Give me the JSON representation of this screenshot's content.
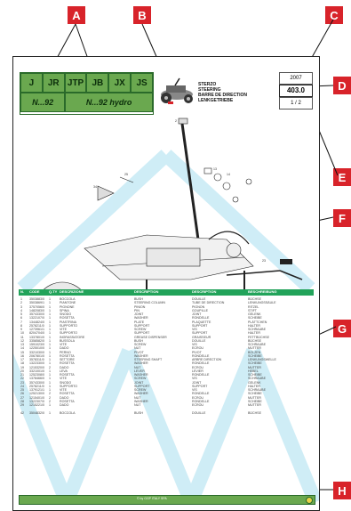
{
  "callouts": [
    "A",
    "B",
    "C",
    "D",
    "E",
    "F",
    "G",
    "H"
  ],
  "codes": {
    "row1": [
      "J",
      "JR",
      "JTP",
      "JB",
      "JX",
      "JS"
    ],
    "row2": [
      "N...92",
      "N...92 hydro"
    ]
  },
  "title": {
    "lines": [
      "STERZO",
      "STEERING",
      "BARRE DE DIRECTION",
      "LENKGETRIEBE"
    ]
  },
  "revision": {
    "year": "2007",
    "code": "403.0",
    "page": "1 / 2"
  },
  "table": {
    "headers": [
      "N.",
      "CODE",
      "Q.TY",
      "DESCRIZIONE",
      "DESCRIPTION",
      "DESCRIPTION",
      "BESCHREIBUNG"
    ],
    "rows": [
      [
        "1",
        "3503883/0",
        "1",
        "BOCCOLA",
        "BUSH",
        "DOUILLE",
        "BÜCHSE"
      ],
      [
        "2",
        "3503869/1",
        "1",
        "PIANTONE",
        "STEERING COLUMN",
        "TUBE DE DIRECTION",
        "LENKUNGSSÄULE"
      ],
      [
        "3",
        "3757056/0",
        "1",
        "PIGNONE",
        "PINION",
        "PIGNON",
        "RITZEL"
      ],
      [
        "4",
        "1482083/0",
        "1",
        "SPINA",
        "PIN",
        "GOUPILLE",
        "STIFT"
      ],
      [
        "5",
        "3574330/0",
        "1",
        "SNODO",
        "JOINT",
        "JOINT",
        "GELENK"
      ],
      [
        "6",
        "1322107/0",
        "1",
        "ROSETTA",
        "WASHER",
        "RONDELLE",
        "SCHEIBE"
      ],
      [
        "7",
        "1344824/0",
        "1",
        "PIASTRINA",
        "PLATE",
        "PLAQUETTE",
        "PLÄTTCHEN"
      ],
      [
        "8",
        "2578211/0",
        "1",
        "SUPPORTO",
        "SUPPORT",
        "SUPPORT",
        "HALTER"
      ],
      [
        "9",
        "1273961/1",
        "1",
        "VITE",
        "SCREW",
        "VIS",
        "SCHRAUBE"
      ],
      [
        "10",
        "8204704/0",
        "1",
        "SUPPORTO",
        "SUPPORT",
        "SUPPORT",
        "HALTER"
      ],
      [
        "11",
        "1337801/0",
        "1",
        "INGRASSATORE",
        "GREASE DISPENSER",
        "GRAISSEUR",
        "FETTBÜCHSE"
      ],
      [
        "12",
        "3358582/0",
        "1",
        "BUSSOLA",
        "BUSH",
        "DOUILLE",
        "BÜCHSE"
      ],
      [
        "13",
        "1591023/0",
        "1",
        "VITE",
        "SCREW",
        "VIS",
        "SCHRAUBE"
      ],
      [
        "14",
        "1225010/0",
        "1",
        "DADO",
        "NUT",
        "ECROU",
        "MUTTER"
      ],
      [
        "15",
        "3321030/0",
        "1",
        "PERNO",
        "PIVOT",
        "PIVOT",
        "BOLZEN"
      ],
      [
        "16",
        "2067801/0",
        "1",
        "ROSETTA",
        "WASHER",
        "RONDELLE",
        "SCHEIBE"
      ],
      [
        "17",
        "3578311/0",
        "1",
        "SETTORE",
        "STEERING SHAFT",
        "ARBRE DIRECTION",
        "LENKUNGSWELLE"
      ],
      [
        "18",
        "1322330/0",
        "1",
        "ROSETTA",
        "WASHER",
        "RONDELLE",
        "SCHEIBE"
      ],
      [
        "19",
        "1215320/0",
        "2",
        "DADO",
        "NUT",
        "ECROU",
        "MUTTER"
      ],
      [
        "20",
        "3321001/0",
        "1",
        "LEVA",
        "LEVER",
        "LEVIER",
        "HEBEL"
      ],
      [
        "21",
        "1252308/0",
        "1",
        "ROSETTA",
        "WASHER",
        "RONDELLE",
        "SCHEIBE"
      ],
      [
        "22",
        "1378466/0",
        "1",
        "VITE",
        "SCREW",
        "VIS",
        "SCHRAUBE"
      ],
      [
        "23",
        "3574330/0",
        "1",
        "SNODO",
        "JOINT",
        "JOINT",
        "GELENK"
      ],
      [
        "24",
        "2578211/0",
        "1",
        "SUPPORTO",
        "SUPPORT",
        "SUPPORT",
        "HALTER"
      ],
      [
        "25",
        "1379121/1",
        "1",
        "VITE",
        "SCREW",
        "VIS",
        "SCHRAUBE"
      ],
      [
        "26",
        "1252130/0",
        "2",
        "ROSETTA",
        "WASHER",
        "RONDELLE",
        "SCHEIBE"
      ],
      [
        "27",
        "1215401/0",
        "2",
        "DADO",
        "NUT",
        "ECROU",
        "MUTTER"
      ],
      [
        "28",
        "1322307/0",
        "2",
        "ROSETTA",
        "WASHER",
        "RONDELLE",
        "SCHEIBE"
      ],
      [
        "29",
        "1215221/0",
        "1",
        "DADO",
        "NUT",
        "ECROU",
        "MUTTER"
      ],
      [
        "",
        "",
        "",
        "",
        "",
        "",
        ""
      ],
      [
        "42",
        "3504832/0",
        "1",
        "BOCCOLA",
        "BUSH",
        "DOUILLE",
        "BÜCHSE"
      ]
    ]
  },
  "footer": {
    "text": "© by GGP ITALY SPA"
  },
  "colors": {
    "callout": "#d8232a",
    "header_green": "#6aa84f",
    "table_green": "#22a35a",
    "watermark": "#8fd6ec"
  }
}
